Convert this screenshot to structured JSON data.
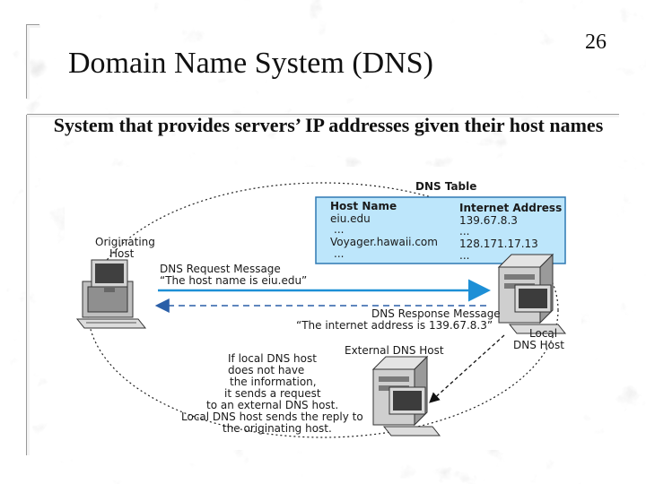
{
  "slide": {
    "title": "Domain Name System (DNS)",
    "number": "26",
    "subtitle": "System that provides servers’ IP addresses given their host names"
  },
  "diagram": {
    "table_title": "DNS Table",
    "table_headers": [
      "Host Name",
      "Internet Address"
    ],
    "table_rows": [
      [
        "eiu.edu",
        "139.67.8.3"
      ],
      [
        "...",
        "..."
      ],
      [
        "Voyager.hawaii.com",
        "128.171.17.13"
      ],
      [
        "...",
        "..."
      ]
    ],
    "originating_host": [
      "Originating",
      "Host"
    ],
    "local_dns_host": [
      "Local",
      "DNS Host"
    ],
    "external_dns_host": "External DNS Host",
    "request_message": [
      "DNS Request Message",
      "“The host name is eiu.edu”"
    ],
    "response_message": [
      "DNS Response Message",
      "“The internet address is 139.67.8.3”"
    ],
    "external_note": [
      "If local DNS host",
      "does not have",
      "the information,",
      "it sends a request",
      "to an external DNS host.",
      "Local DNS host sends the reply to",
      "the originating host."
    ],
    "colors": {
      "table_fill": "#bde6fb",
      "table_border": "#2f78b3",
      "request_arrow": "#1d8fd6",
      "response_arrow": "#2a5fa8",
      "computer_body": "#c9c9c9",
      "computer_dark": "#3a3a3a"
    }
  }
}
